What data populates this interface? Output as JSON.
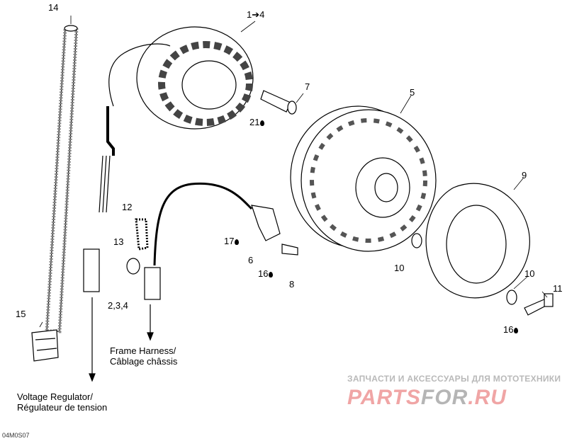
{
  "callouts": {
    "c14": "14",
    "c1_4": "1➔4",
    "c7": "7",
    "c21": "21",
    "c5": "5",
    "c9": "9",
    "c12": "12",
    "c13": "13",
    "c17": "17",
    "c6": "6",
    "c16a": "16",
    "c8": "8",
    "c10a": "10",
    "c10b": "10",
    "c11": "11",
    "c16b": "16",
    "c15": "15",
    "c2_3_4": "2,3,4"
  },
  "captions": {
    "frame_harness_en": "Frame Harness/",
    "frame_harness_fr": "Câblage châssis",
    "voltage_regulator_en": "Voltage Regulator/",
    "voltage_regulator_fr": "Régulateur de tension"
  },
  "figure_code": "04M0S07",
  "watermark": {
    "tagline": "ЗАПЧАСТИ И АКСЕССУАРЫ ДЛЯ МОТОТЕХНИКИ",
    "brand_part1": "PARTS",
    "brand_part2": "FOR",
    "brand_part3": ".RU",
    "colors": {
      "pink": "#f0a5a5",
      "gray": "#b5b5b5"
    }
  }
}
